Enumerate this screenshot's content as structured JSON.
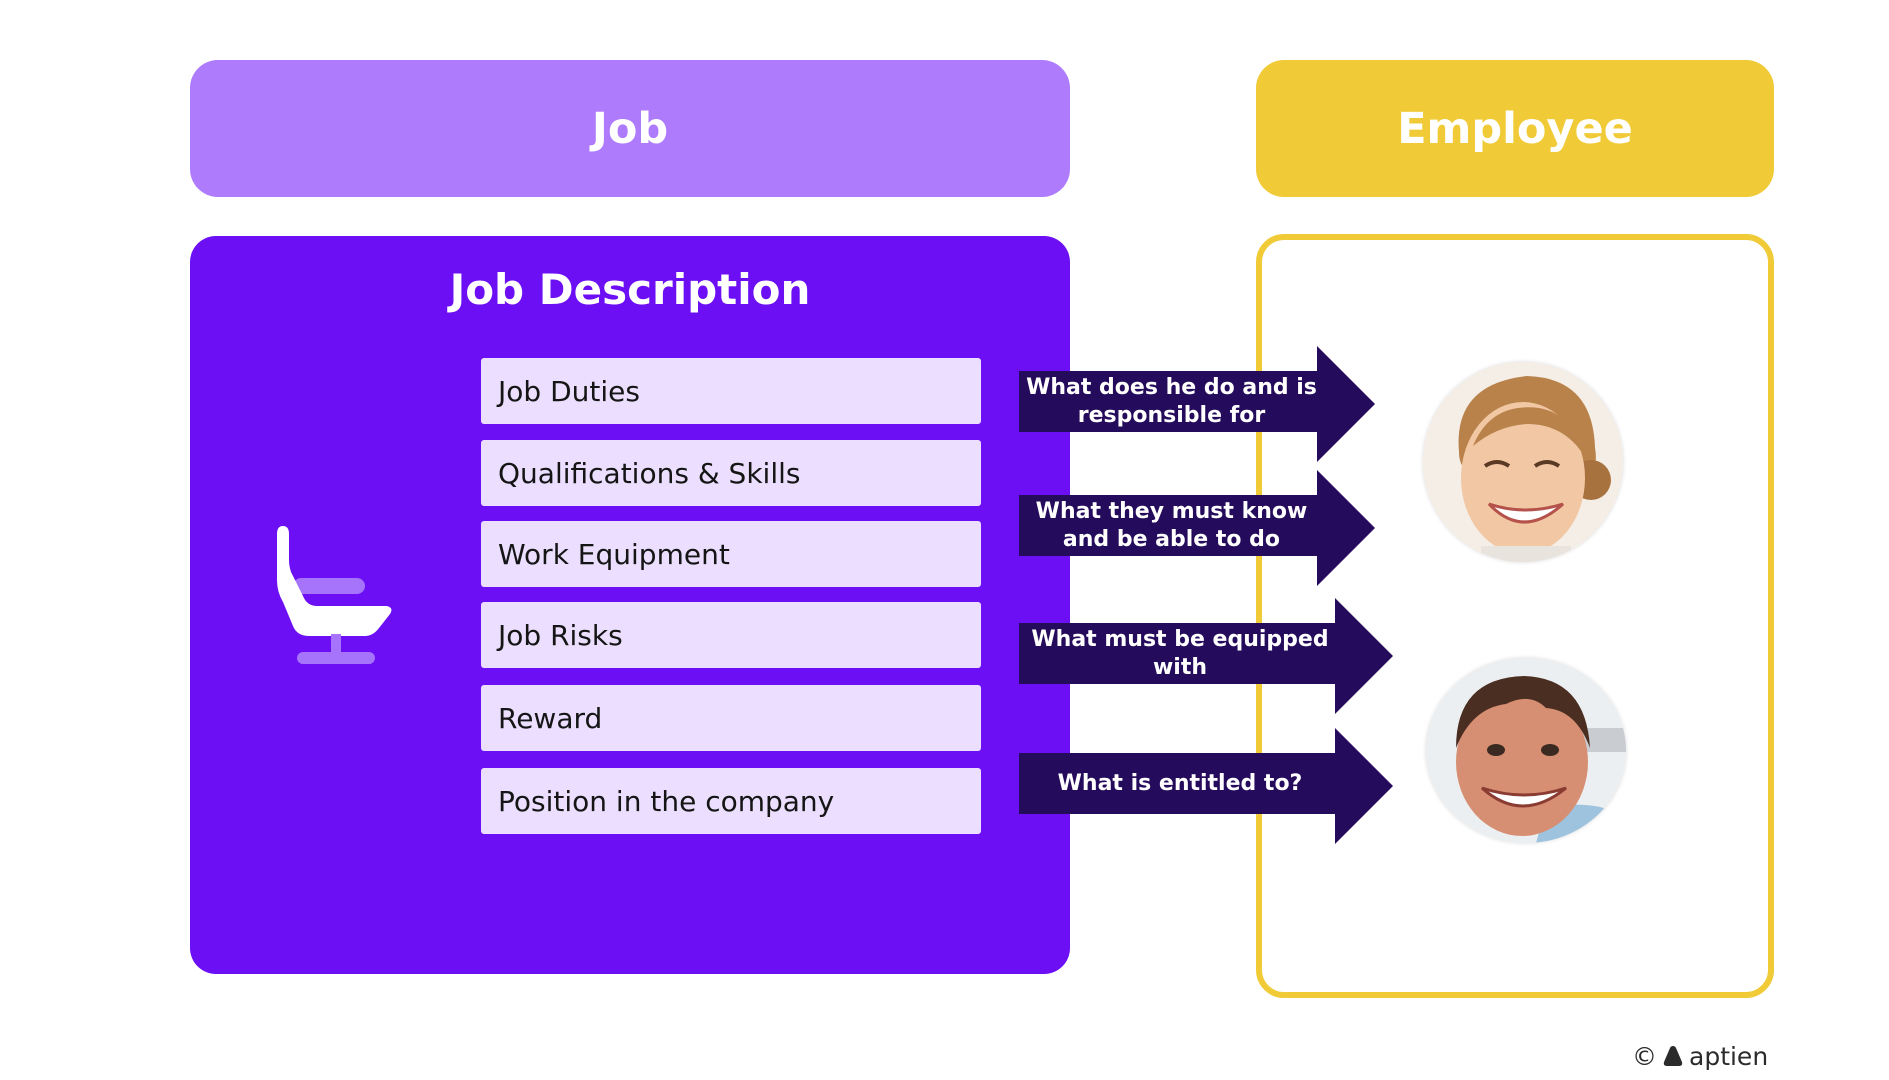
{
  "headers": {
    "job": "Job",
    "employee": "Employee"
  },
  "job_panel": {
    "title": "Job Description",
    "items": [
      "Job Duties",
      "Qualifications & Skills",
      "Work Equipment",
      "Job Risks",
      "Reward",
      "Position in the company"
    ],
    "icon": "office-chair-icon"
  },
  "arrows": [
    {
      "line1": "What does he do and is",
      "line2": "responsible for"
    },
    {
      "line1": "What they must know",
      "line2": "and be able to do"
    },
    {
      "line1": "What must be equipped",
      "line2": "with"
    },
    {
      "line1": "What is entitled to?",
      "line2": ""
    }
  ],
  "employees": [
    {
      "photo": "smiling-woman-avatar"
    },
    {
      "photo": "smiling-man-avatar"
    }
  ],
  "footer": {
    "copyright": "©",
    "brand": "aptien"
  },
  "colors": {
    "job_light": "#ad7bfc",
    "job_dark": "#6c0ff5",
    "item_bg": "#ebdefe",
    "employee": "#f0cb37",
    "arrow": "#250b5b"
  }
}
